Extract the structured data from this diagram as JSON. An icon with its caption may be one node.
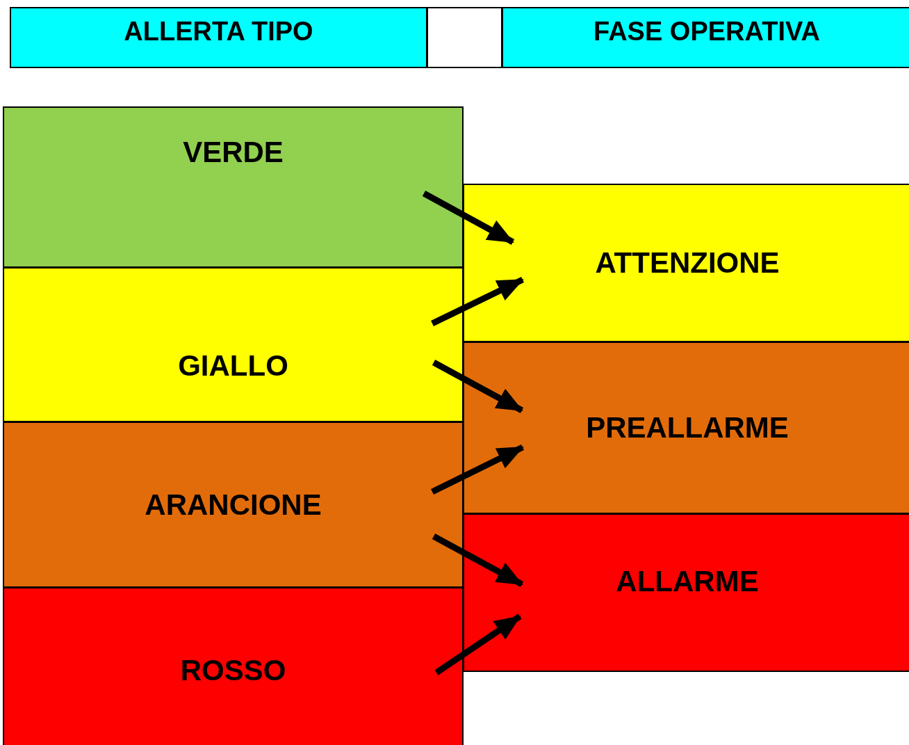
{
  "diagram": {
    "nodes": [
      {
        "text": [
          "ALLERTA TIPO"
        ]
      },
      {
        "text": [],
        "shape": "box"
      },
      {
        "text": [
          "FASE OPERATIVA"
        ]
      },
      {
        "text": [
          "VERDE"
        ]
      },
      {
        "text": [
          "GIALLO"
        ]
      },
      {
        "text": [
          "ARANCIONE"
        ]
      },
      {
        "text": [
          "ROSSO"
        ]
      },
      {
        "text": [
          "ATTENZIONE"
        ]
      },
      {
        "text": [
          "PREALLARME"
        ]
      },
      {
        "text": [
          "ALLARME"
        ]
      }
    ],
    "edges": [
      {
        "from": 3,
        "to": 7,
        "arrow": "to"
      },
      {
        "from": 4,
        "to": 7,
        "arrow": "to"
      },
      {
        "from": 4,
        "to": 8,
        "arrow": "to"
      },
      {
        "from": 5,
        "to": 8,
        "arrow": "to"
      },
      {
        "from": 5,
        "to": 9,
        "arrow": "to"
      },
      {
        "from": 6,
        "to": 9,
        "arrow": "to"
      }
    ]
  }
}
